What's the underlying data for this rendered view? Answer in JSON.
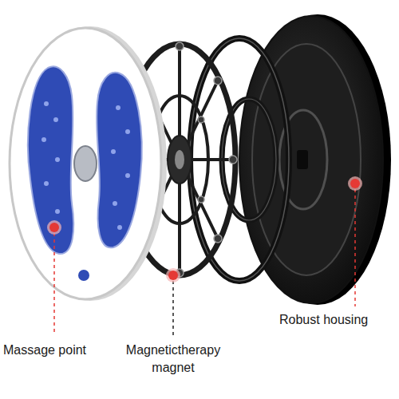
{
  "diagram": {
    "labels": [
      "Massage point",
      "Magnetictherapy magnet",
      "Robust housing"
    ]
  }
}
